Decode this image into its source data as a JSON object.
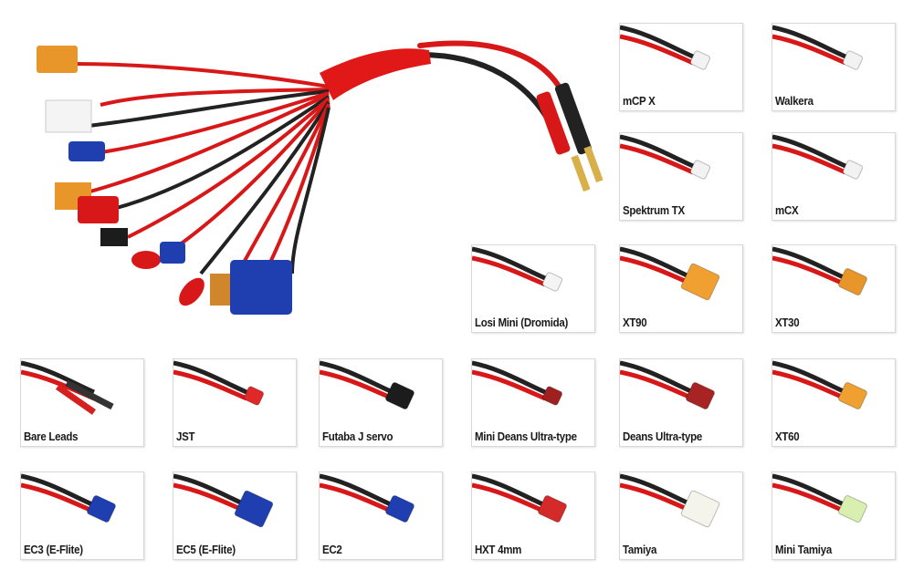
{
  "connectors": [
    {
      "label": "mCP X",
      "color": "#f2f2f2",
      "shape": "small"
    },
    {
      "label": "Walkera",
      "color": "#f2f2f2",
      "shape": "small"
    },
    {
      "label": "Spektrum TX",
      "color": "#f2f2f2",
      "shape": "small"
    },
    {
      "label": "mCX",
      "color": "#f2f2f2",
      "shape": "small"
    },
    {
      "label": "Losi Mini (Dromida)",
      "color": "#f4f4f4",
      "shape": "small"
    },
    {
      "label": "XT90",
      "color": "#f0a030",
      "shape": "large"
    },
    {
      "label": "XT30",
      "color": "#e8962a",
      "shape": "medium"
    },
    {
      "label": "Bare Leads",
      "color": "#d62020",
      "shape": "bare"
    },
    {
      "label": "JST",
      "color": "#e02828",
      "shape": "small"
    },
    {
      "label": "Futaba J servo",
      "color": "#1c1c1c",
      "shape": "medium"
    },
    {
      "label": "Mini Deans Ultra-type",
      "color": "#a02020",
      "shape": "small"
    },
    {
      "label": "Deans Ultra-type",
      "color": "#a82424",
      "shape": "medium"
    },
    {
      "label": "XT60",
      "color": "#f0a030",
      "shape": "medium"
    },
    {
      "label": "EC3 (E-Flite)",
      "color": "#1f3fb0",
      "shape": "medium"
    },
    {
      "label": "EC5 (E-Flite)",
      "color": "#1f3fb0",
      "shape": "large"
    },
    {
      "label": "EC2",
      "color": "#1f3fb0",
      "shape": "medium"
    },
    {
      "label": "HXT 4mm",
      "color": "#d42a2a",
      "shape": "medium"
    },
    {
      "label": "Tamiya",
      "color": "#f4f4ea",
      "shape": "large"
    },
    {
      "label": "Mini Tamiya",
      "color": "#d8efb0",
      "shape": "medium"
    }
  ]
}
